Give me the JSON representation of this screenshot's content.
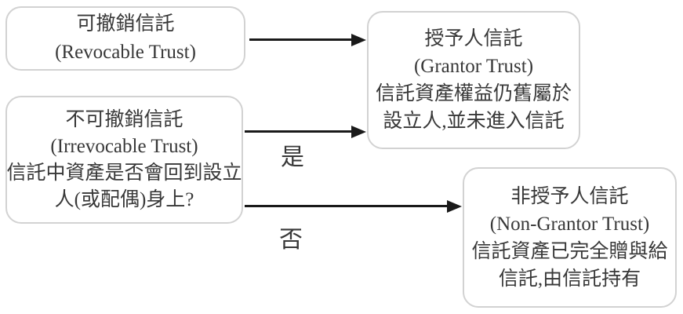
{
  "diagram": {
    "title": "Trust classification flowchart (Revocable vs Irrevocable, Grantor vs Non-Grantor)",
    "nodes": {
      "revocable": {
        "line1": "可撤銷信託",
        "line2": "(Revocable Trust)"
      },
      "irrevocable": {
        "line1": "不可撤銷信託",
        "line2": "(Irrevocable Trust)",
        "line3": "信託中資產是否會回到設立",
        "line4": "人(或配偶)身上?"
      },
      "grantor": {
        "line1": "授予人信託",
        "line2": "(Grantor Trust)",
        "line3": "信託資產權益仍舊屬於",
        "line4": "設立人,並未進入信託"
      },
      "non_grantor": {
        "line1": "非授予人信託",
        "line2": "(Non-Grantor Trust)",
        "line3": "信託資產已完全贈與給",
        "line4": "信託,由信託持有"
      }
    },
    "edges": {
      "yes_label": "是",
      "no_label": "否"
    },
    "colors": {
      "box_border": "#d2d2d2",
      "text": "#383838",
      "arrow": "#1a1a1a",
      "background": "#ffffff"
    }
  }
}
